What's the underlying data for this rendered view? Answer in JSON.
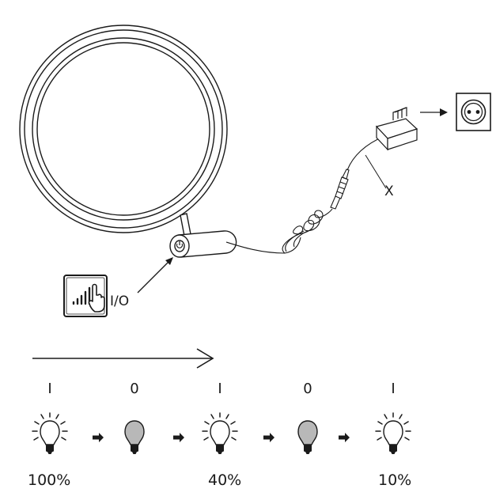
{
  "labels": {
    "switch": "I/O",
    "adapter": "X"
  },
  "sequence": {
    "states": [
      "I",
      "0",
      "I",
      "0",
      "I"
    ],
    "bulbs": [
      "lit",
      "off",
      "lit",
      "off",
      "lit"
    ],
    "brightness": [
      "100%",
      "40%",
      "10%"
    ]
  },
  "colors": {
    "line": "#1a1a1a",
    "bulb_off": "#b8b8b8",
    "bulb_lit": "#ffffff"
  },
  "icons": {
    "touch": "touch-hand-icon",
    "socket": "wall-socket-icon",
    "bulb": "bulb-icon"
  }
}
